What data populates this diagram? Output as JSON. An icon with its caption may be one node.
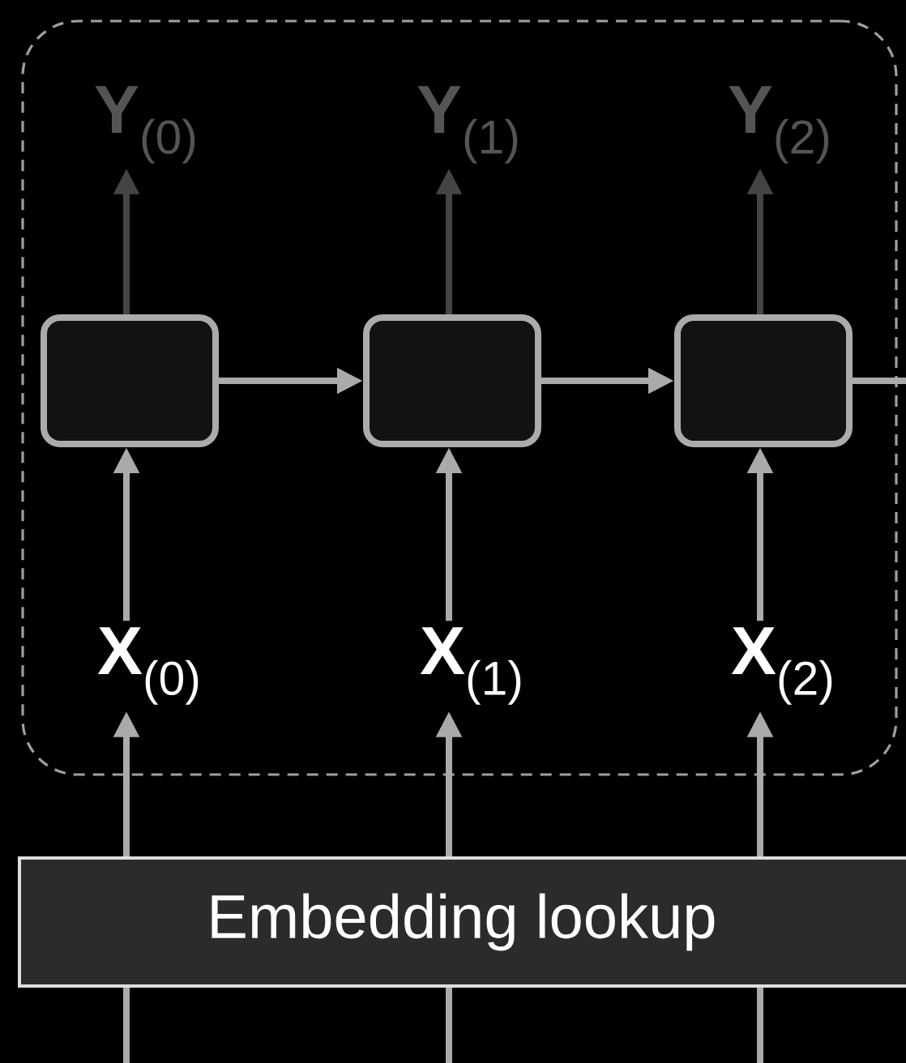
{
  "diagram": {
    "nodes": [
      {
        "text": [],
        "shape": "box"
      },
      {
        "text": [
          "**Y**$_{(0)}$"
        ],
        "in": 0
      },
      {
        "text": [
          "**Y**$_{(1)}$"
        ],
        "in": 0
      },
      {
        "text": [
          "**Y**$_{(2)}$"
        ],
        "in": 0
      },
      {
        "text": [],
        "shape": "box",
        "in": 0
      },
      {
        "text": [],
        "shape": "box",
        "in": 0
      },
      {
        "text": [],
        "shape": "box",
        "in": 0
      },
      {
        "text": [
          "**X**$_{(0)}$"
        ],
        "in": 0
      },
      {
        "text": [
          "**X**$_{(1)}$"
        ],
        "in": 0
      },
      {
        "text": [
          "**X**$_{(2)}$"
        ],
        "in": 0
      },
      {
        "text": [
          "Embedding lookup"
        ]
      }
    ],
    "edges": [
      {
        "from": 4,
        "to": 1,
        "arrow": "to",
        "color": "#444444"
      },
      {
        "from": 5,
        "to": 2,
        "arrow": "to",
        "color": "#444444"
      },
      {
        "from": 6,
        "to": 3,
        "arrow": "to",
        "color": "#444444"
      },
      {
        "from": 4,
        "to": 5,
        "arrow": "to"
      },
      {
        "from": 5,
        "to": 6,
        "arrow": "to"
      },
      {
        "from": 6,
        "to": null,
        "arrow": "none"
      },
      {
        "from": 7,
        "to": 4,
        "arrow": "to"
      },
      {
        "from": 8,
        "to": 5,
        "arrow": "to"
      },
      {
        "from": 9,
        "to": 6,
        "arrow": "to"
      },
      {
        "from": 10,
        "to": 7,
        "arrow": "to"
      },
      {
        "from": 10,
        "to": 8,
        "arrow": "to"
      },
      {
        "from": 10,
        "to": 9,
        "arrow": "to"
      },
      {
        "from": null,
        "to": 10,
        "arrow": "none"
      },
      {
        "from": null,
        "to": 10,
        "arrow": "none"
      },
      {
        "from": null,
        "to": 10,
        "arrow": "none"
      }
    ]
  }
}
